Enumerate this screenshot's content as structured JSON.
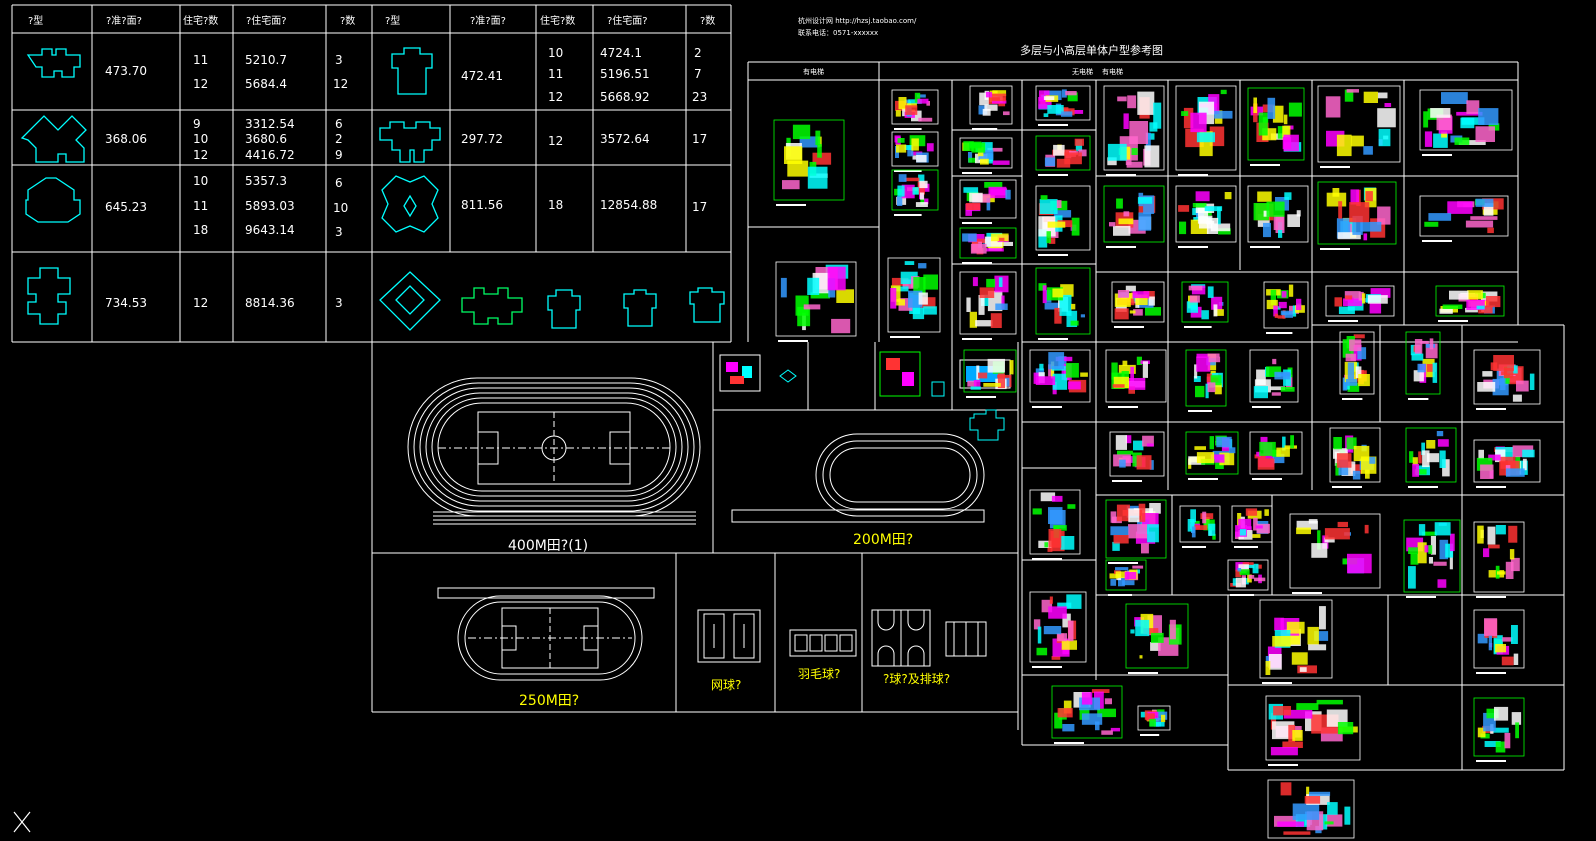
{
  "colors": {
    "background": "#000000",
    "lines": "#ffffff",
    "outline": "#00ffff",
    "yellow": "#ffff00"
  },
  "table": {
    "headers": [
      "?型",
      "?准?面?",
      "住宅?数",
      "?住宅面?",
      "?数",
      "?型",
      "?准?面?",
      "住宅?数",
      "?住宅面?",
      "?数"
    ],
    "rows": [
      {
        "left_area": "473.70",
        "left_floors": [
          "11",
          "12"
        ],
        "left_total": [
          "5210.7",
          "5684.4"
        ],
        "left_count": [
          "3",
          "12"
        ],
        "right_area": "472.41",
        "right_floors": [
          "10",
          "11",
          "12"
        ],
        "right_total": [
          "4724.1",
          "5196.51",
          "5668.92"
        ],
        "right_count": [
          "2",
          "7",
          "23"
        ]
      },
      {
        "left_area": "368.06",
        "left_floors": [
          "9",
          "10",
          "12"
        ],
        "left_total": [
          "3312.54",
          "3680.6",
          "4416.72"
        ],
        "left_count": [
          "6",
          "2",
          "9"
        ],
        "right_area": "297.72",
        "right_floors": [
          "12"
        ],
        "right_total": [
          "3572.64"
        ],
        "right_count": [
          "17"
        ]
      },
      {
        "left_area": "645.23",
        "left_floors": [
          "10",
          "11",
          "18"
        ],
        "left_total": [
          "5357.3",
          "5893.03",
          "9643.14"
        ],
        "left_count": [
          "6",
          "10",
          "3"
        ],
        "right_area": "811.56",
        "right_floors": [
          "18"
        ],
        "right_total": [
          "12854.88"
        ],
        "right_count": [
          "17"
        ]
      },
      {
        "left_area": "734.53",
        "left_floors": [
          "12"
        ],
        "left_total": [
          "8814.36"
        ],
        "left_count": [
          "3"
        ]
      }
    ]
  },
  "reference": {
    "url_text": "杭州设计网 http://hzsj.taobao.com/",
    "contact_text": "联系电话：0571-xxxxxx",
    "title": "多层与小高层单体户型参考图",
    "col_with_elevator": "有电梯",
    "col_no_elevator": "无电梯",
    "col_with_elevator2": "有电梯"
  },
  "sports": {
    "track400": "400M田?(1)",
    "track200": "200M田?",
    "track250": "250M田?",
    "tennis": "网球?",
    "badminton": "羽毛球?",
    "basketball": "?球?及排球?"
  },
  "icons": {
    "ucs": "ucs-axis-icon"
  }
}
